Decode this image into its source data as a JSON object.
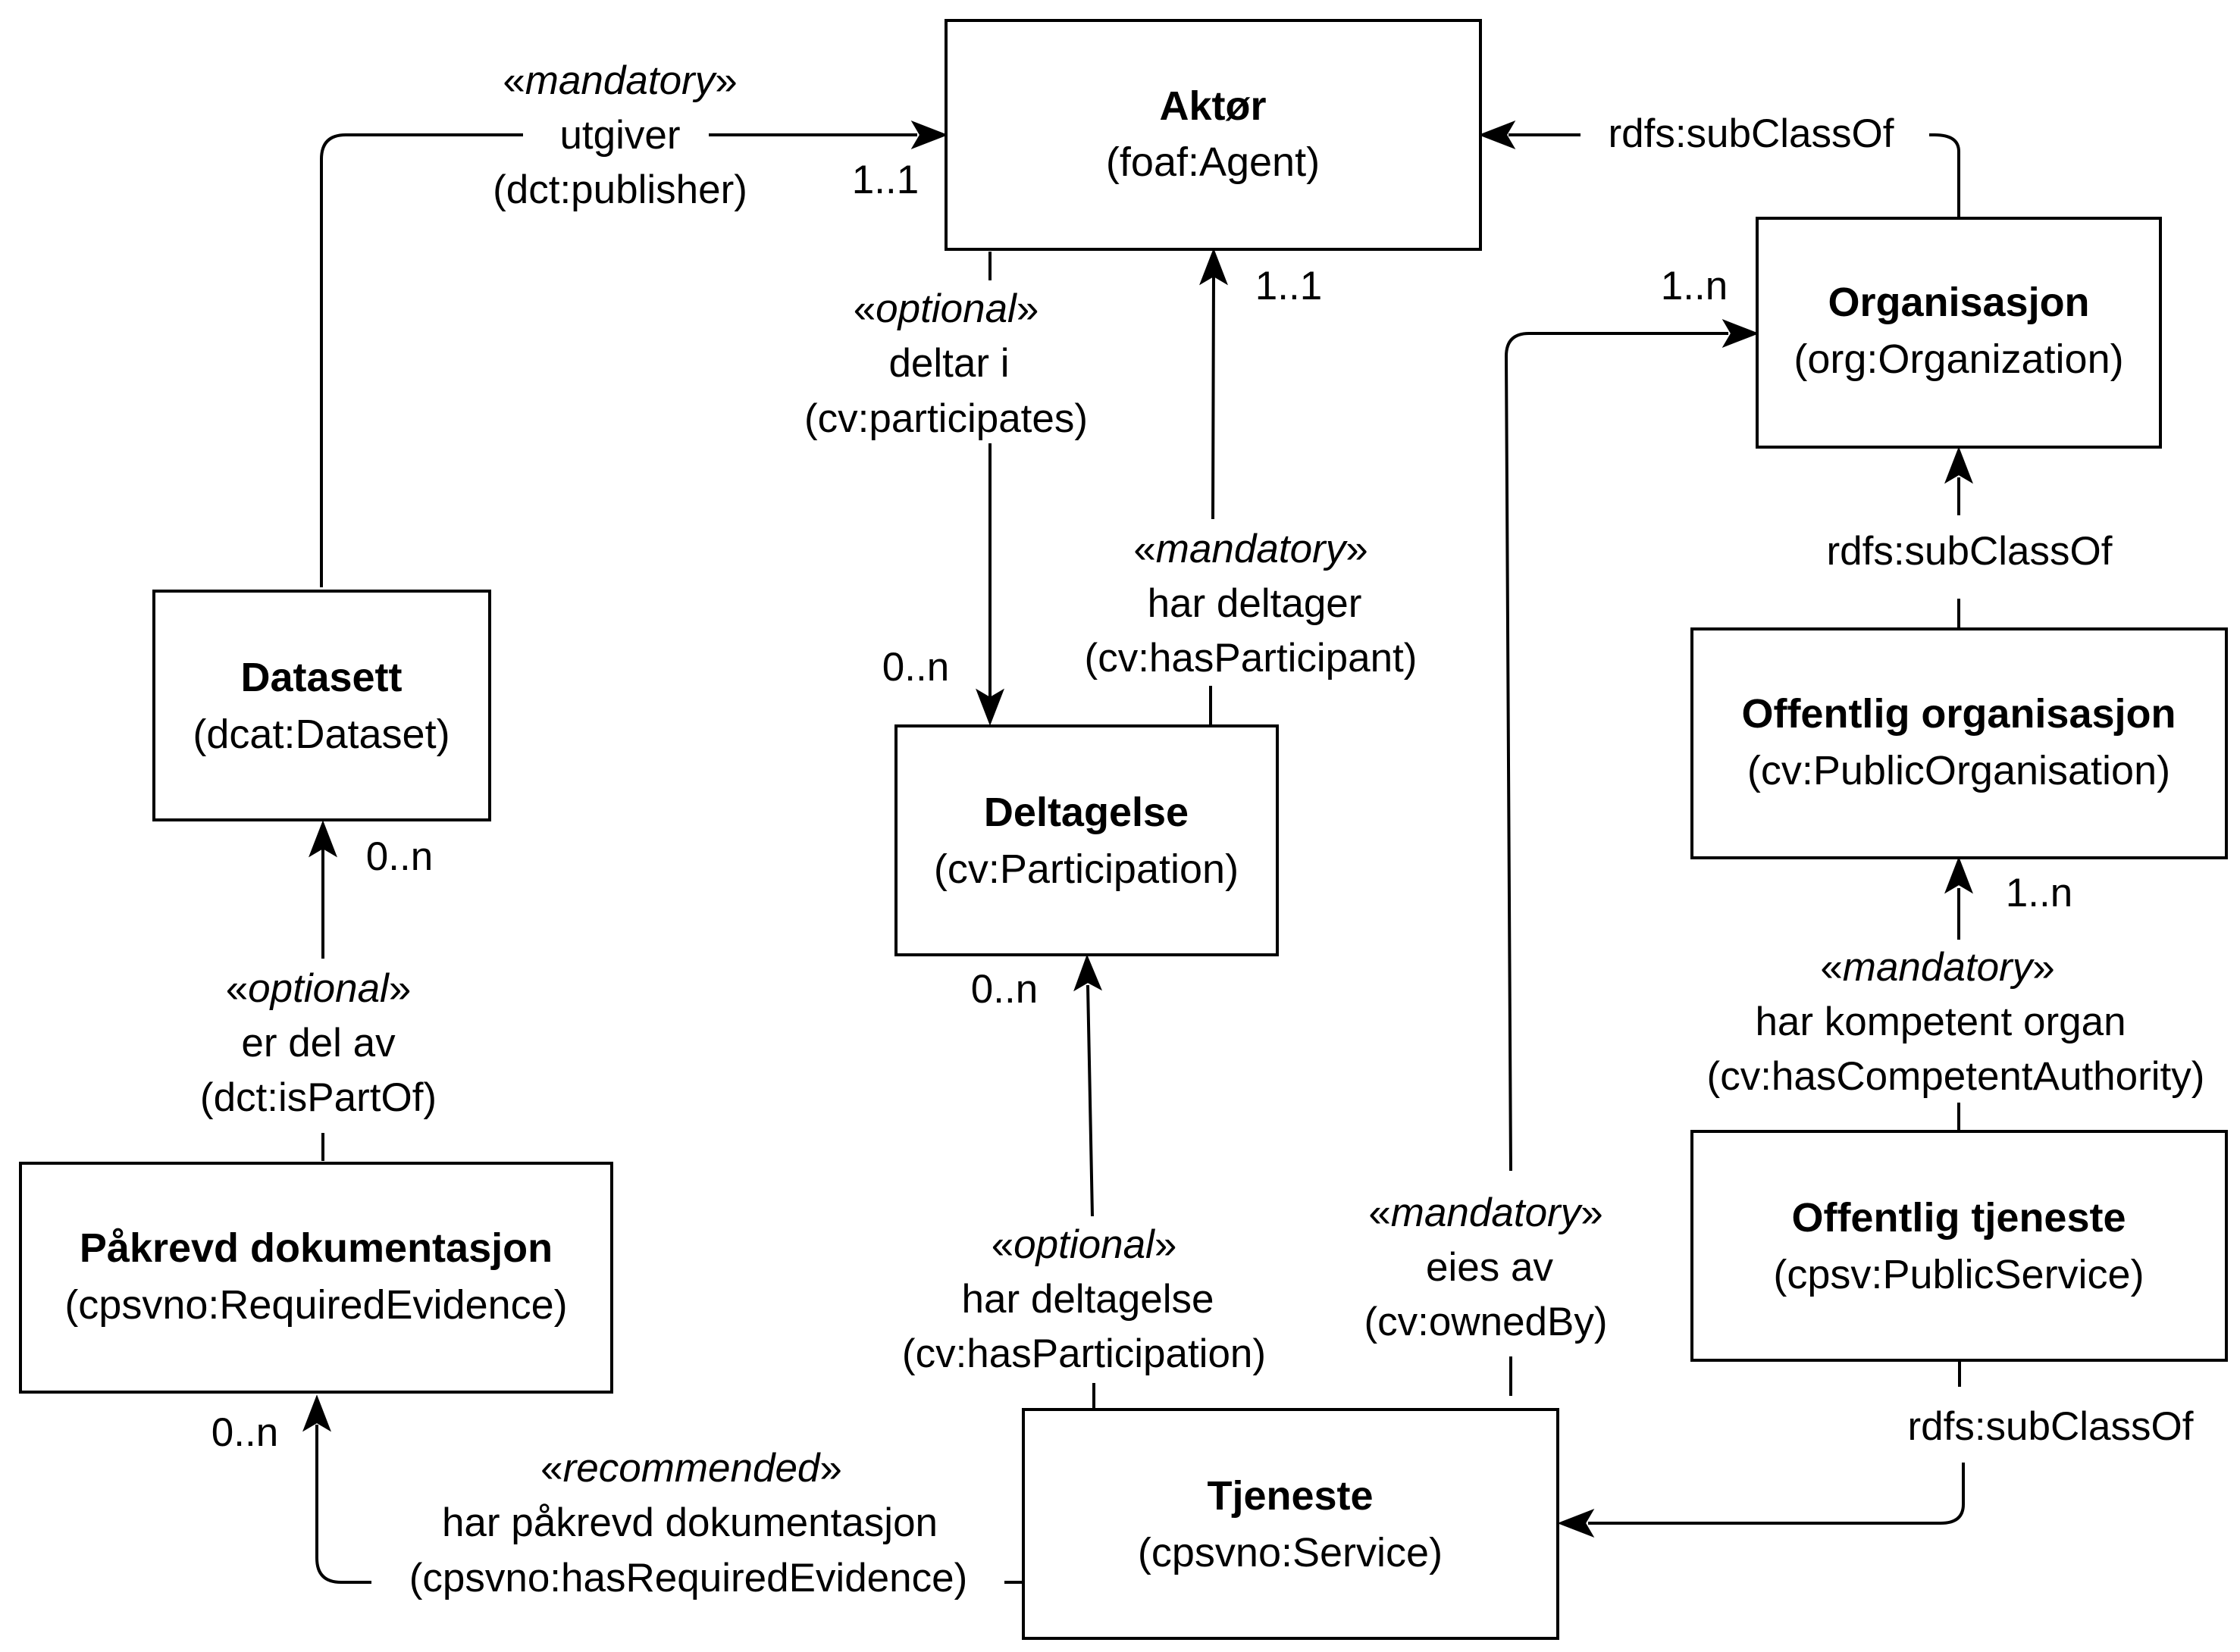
{
  "nodes": {
    "aktor": {
      "title": "Aktør",
      "sub": "(foaf:Agent)"
    },
    "organisasjon": {
      "title": "Organisasjon",
      "sub": "(org:Organization)"
    },
    "offentlig_organisasjon": {
      "title": "Offentlig organisasjon",
      "sub": "(cv:PublicOrganisation)"
    },
    "offentlig_tjeneste": {
      "title": "Offentlig tjeneste",
      "sub": "(cpsv:PublicService)"
    },
    "datasett": {
      "title": "Datasett",
      "sub": "(dcat:Dataset)"
    },
    "deltagelse": {
      "title": "Deltagelse",
      "sub": "(cv:Participation)"
    },
    "pakrevd": {
      "title": "Påkrevd dokumentasjon",
      "sub": "(cpsvno:RequiredEvidence)"
    },
    "tjeneste": {
      "title": "Tjeneste",
      "sub": "(cpsvno:Service)"
    }
  },
  "edges": {
    "utgiver": {
      "open": "«",
      "kw": "mandatory",
      "close": "»",
      "name": "utgiver",
      "uri": "(dct:publisher)",
      "mult": "1..1"
    },
    "deltar_i": {
      "open": "«",
      "kw": "optional",
      "close": "»",
      "name": "deltar i",
      "uri": "(cv:participates)",
      "mult": "0..n"
    },
    "har_deltager": {
      "open": "«",
      "kw": "mandatory",
      "close": "»",
      "name": "har deltager",
      "uri": "(cv:hasParticipant)",
      "mult": "1..1"
    },
    "subclass_org_aktor": {
      "label": "rdfs:subClassOf"
    },
    "subclass_offorg_org": {
      "label": "rdfs:subClassOf"
    },
    "subclass_offtj_tj": {
      "label": "rdfs:subClassOf"
    },
    "eies_av": {
      "open": "«",
      "kw": "mandatory",
      "close": "»",
      "name": "eies av",
      "uri": "(cv:ownedBy)",
      "mult": "1..n"
    },
    "har_kompetent_organ": {
      "open": "«",
      "kw": "mandatory",
      "close": "»",
      "name": "har kompetent organ",
      "uri": "(cv:hasCompetentAuthority)",
      "mult": "1..n"
    },
    "er_del_av": {
      "open": "«",
      "kw": "optional",
      "close": "»",
      "name": "er del av",
      "uri": "(dct:isPartOf)",
      "mult": "0..n"
    },
    "har_deltagelse": {
      "open": "«",
      "kw": "optional",
      "close": "»",
      "name": "har deltagelse",
      "uri": "(cv:hasParticipation)",
      "mult": "0..n"
    },
    "har_pakrevd": {
      "open": "«",
      "kw": "recommended",
      "close": "»",
      "name": "har påkrevd dokumentasjon",
      "uri": "(cpsvno:hasRequiredEvidence)",
      "mult": "0..n"
    }
  }
}
